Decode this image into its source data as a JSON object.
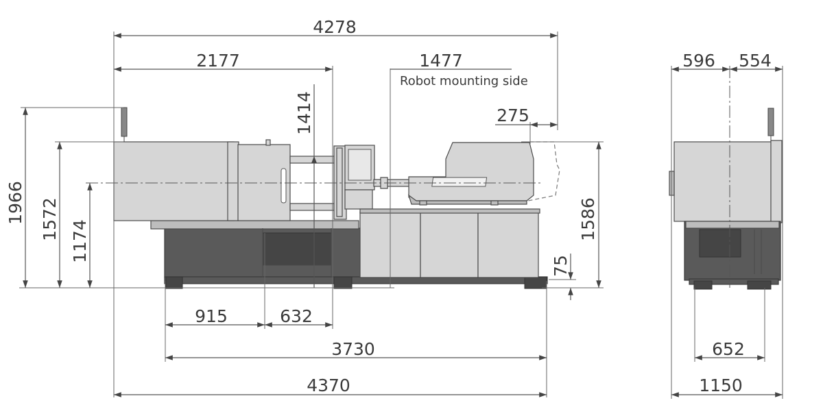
{
  "side_view": {
    "overall_length_top": "4278",
    "clamp_unit_length": "2177",
    "robot_dimension": "1477",
    "robot_note": "Robot mounting side",
    "hopper_offset": "275",
    "platen_height": "1414",
    "total_height": "1966",
    "machine_height": "1572",
    "center_height": "1174",
    "injection_height": "1586",
    "foot_height": "75",
    "base_segment_1": "915",
    "base_segment_2": "632",
    "base_length": "3730",
    "overall_length_bottom": "4370"
  },
  "front_view": {
    "left_half_width": "596",
    "right_half_width": "554",
    "foot_span": "652",
    "overall_width": "1150"
  }
}
